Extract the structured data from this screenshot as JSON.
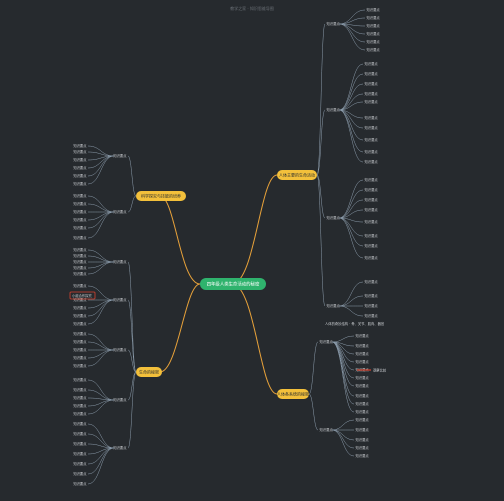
{
  "watermark": "教学之家 · 知识思维导图",
  "center": "四年级人类生命活动的秘密",
  "branches": {
    "top_right": "人体主要的生命活动",
    "bottom_right": "人体各系统的秘密",
    "top_left": "科学探究与技能的培养",
    "bottom_left": "生命的秘密"
  },
  "highlight": {
    "left_box": "小组合作探究",
    "red_line_word": "观察比较"
  },
  "bottom_right_line": "人体的奇妙结构 · 骨、关节、肌肉、器官",
  "node_text": "知识要点"
}
